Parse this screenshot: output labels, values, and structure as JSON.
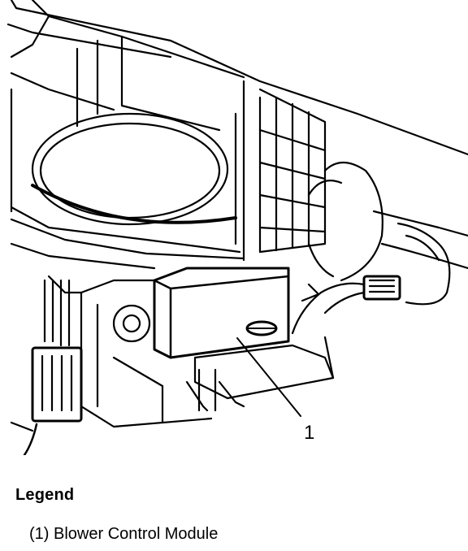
{
  "callout": "1",
  "legend": {
    "title": "Legend",
    "items": [
      {
        "label": "(1) Blower Control Module"
      }
    ]
  }
}
